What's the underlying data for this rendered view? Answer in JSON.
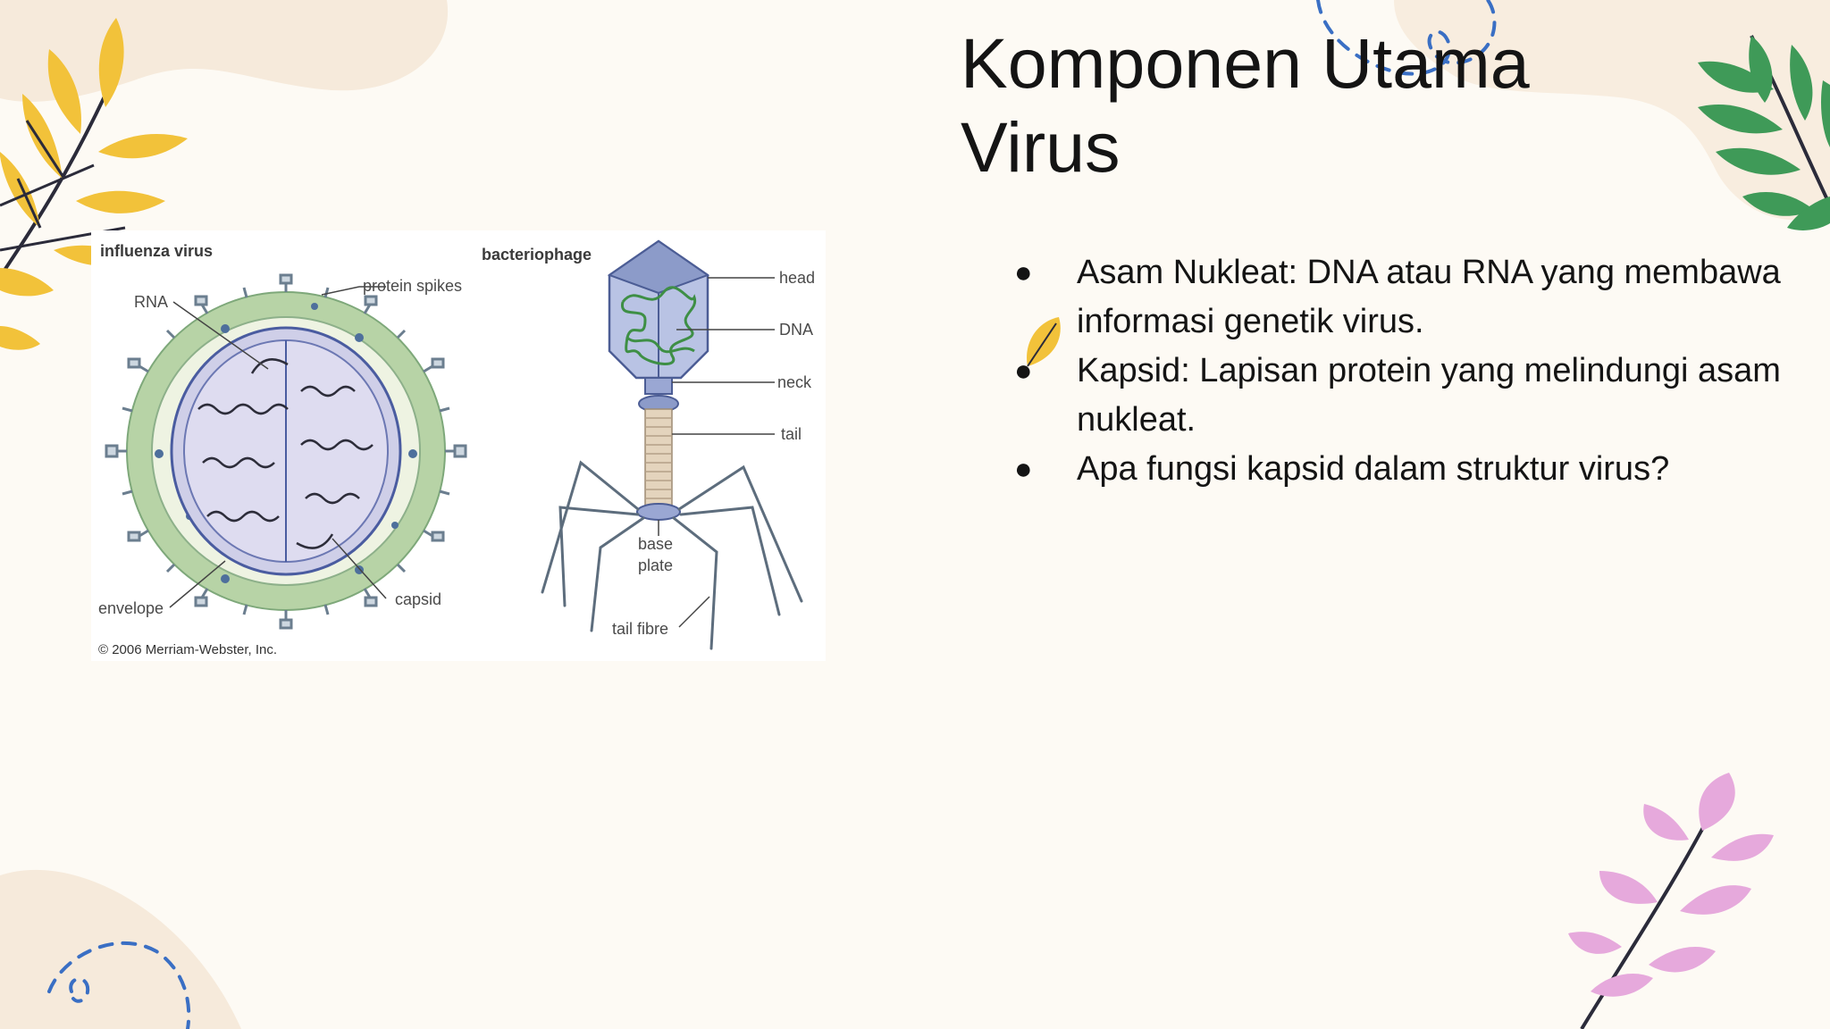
{
  "slide": {
    "title_line1": "Komponen Utama",
    "title_line2": "Virus",
    "bullets": [
      {
        "marker": "●",
        "text": "Asam Nukleat: DNA atau RNA yang membawa informasi genetik virus."
      },
      {
        "marker": "●",
        "text": "Kapsid: Lapisan protein yang melindungi asam nukleat."
      },
      {
        "marker": "●",
        "text": "Apa fungsi kapsid dalam struktur virus?"
      }
    ]
  },
  "figure": {
    "influenza": {
      "title": "influenza virus",
      "labels": {
        "rna": "RNA",
        "protein_spikes": "protein spikes",
        "envelope": "envelope",
        "capsid": "capsid"
      }
    },
    "bacteriophage": {
      "title": "bacteriophage",
      "labels": {
        "head": "head",
        "dna": "DNA",
        "neck": "neck",
        "tail": "tail",
        "base": "base",
        "plate": "plate",
        "tail_fibre": "tail fibre"
      }
    },
    "copyright": "© 2006 Merriam-Webster, Inc."
  },
  "colors": {
    "background": "#fdfaf4",
    "yellow_leaf": "#f2c23a",
    "green_leaf": "#3f9a58",
    "pink_leaf": "#e6a9dc",
    "dashed_blue": "#3a6fc4",
    "envelope_green": "#b7d3a6",
    "capsid_lavender": "#cfcfe8",
    "phage_blue": "#8c9bc9"
  }
}
